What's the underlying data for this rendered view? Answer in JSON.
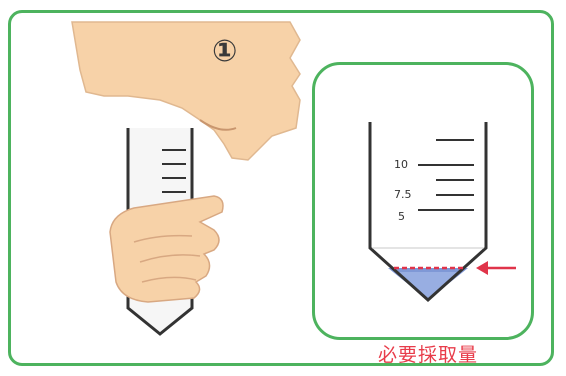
{
  "step_number": "①",
  "inset": {
    "scale_labels": [
      "10",
      "7.5",
      "5"
    ],
    "caption": "必要採取量"
  },
  "colors": {
    "frame_border": "#4db35e",
    "caption_text": "#e83c4a",
    "arrow": "#e0344a",
    "sample_fill": "#7f98d6",
    "skin": "#f7d2a8"
  }
}
